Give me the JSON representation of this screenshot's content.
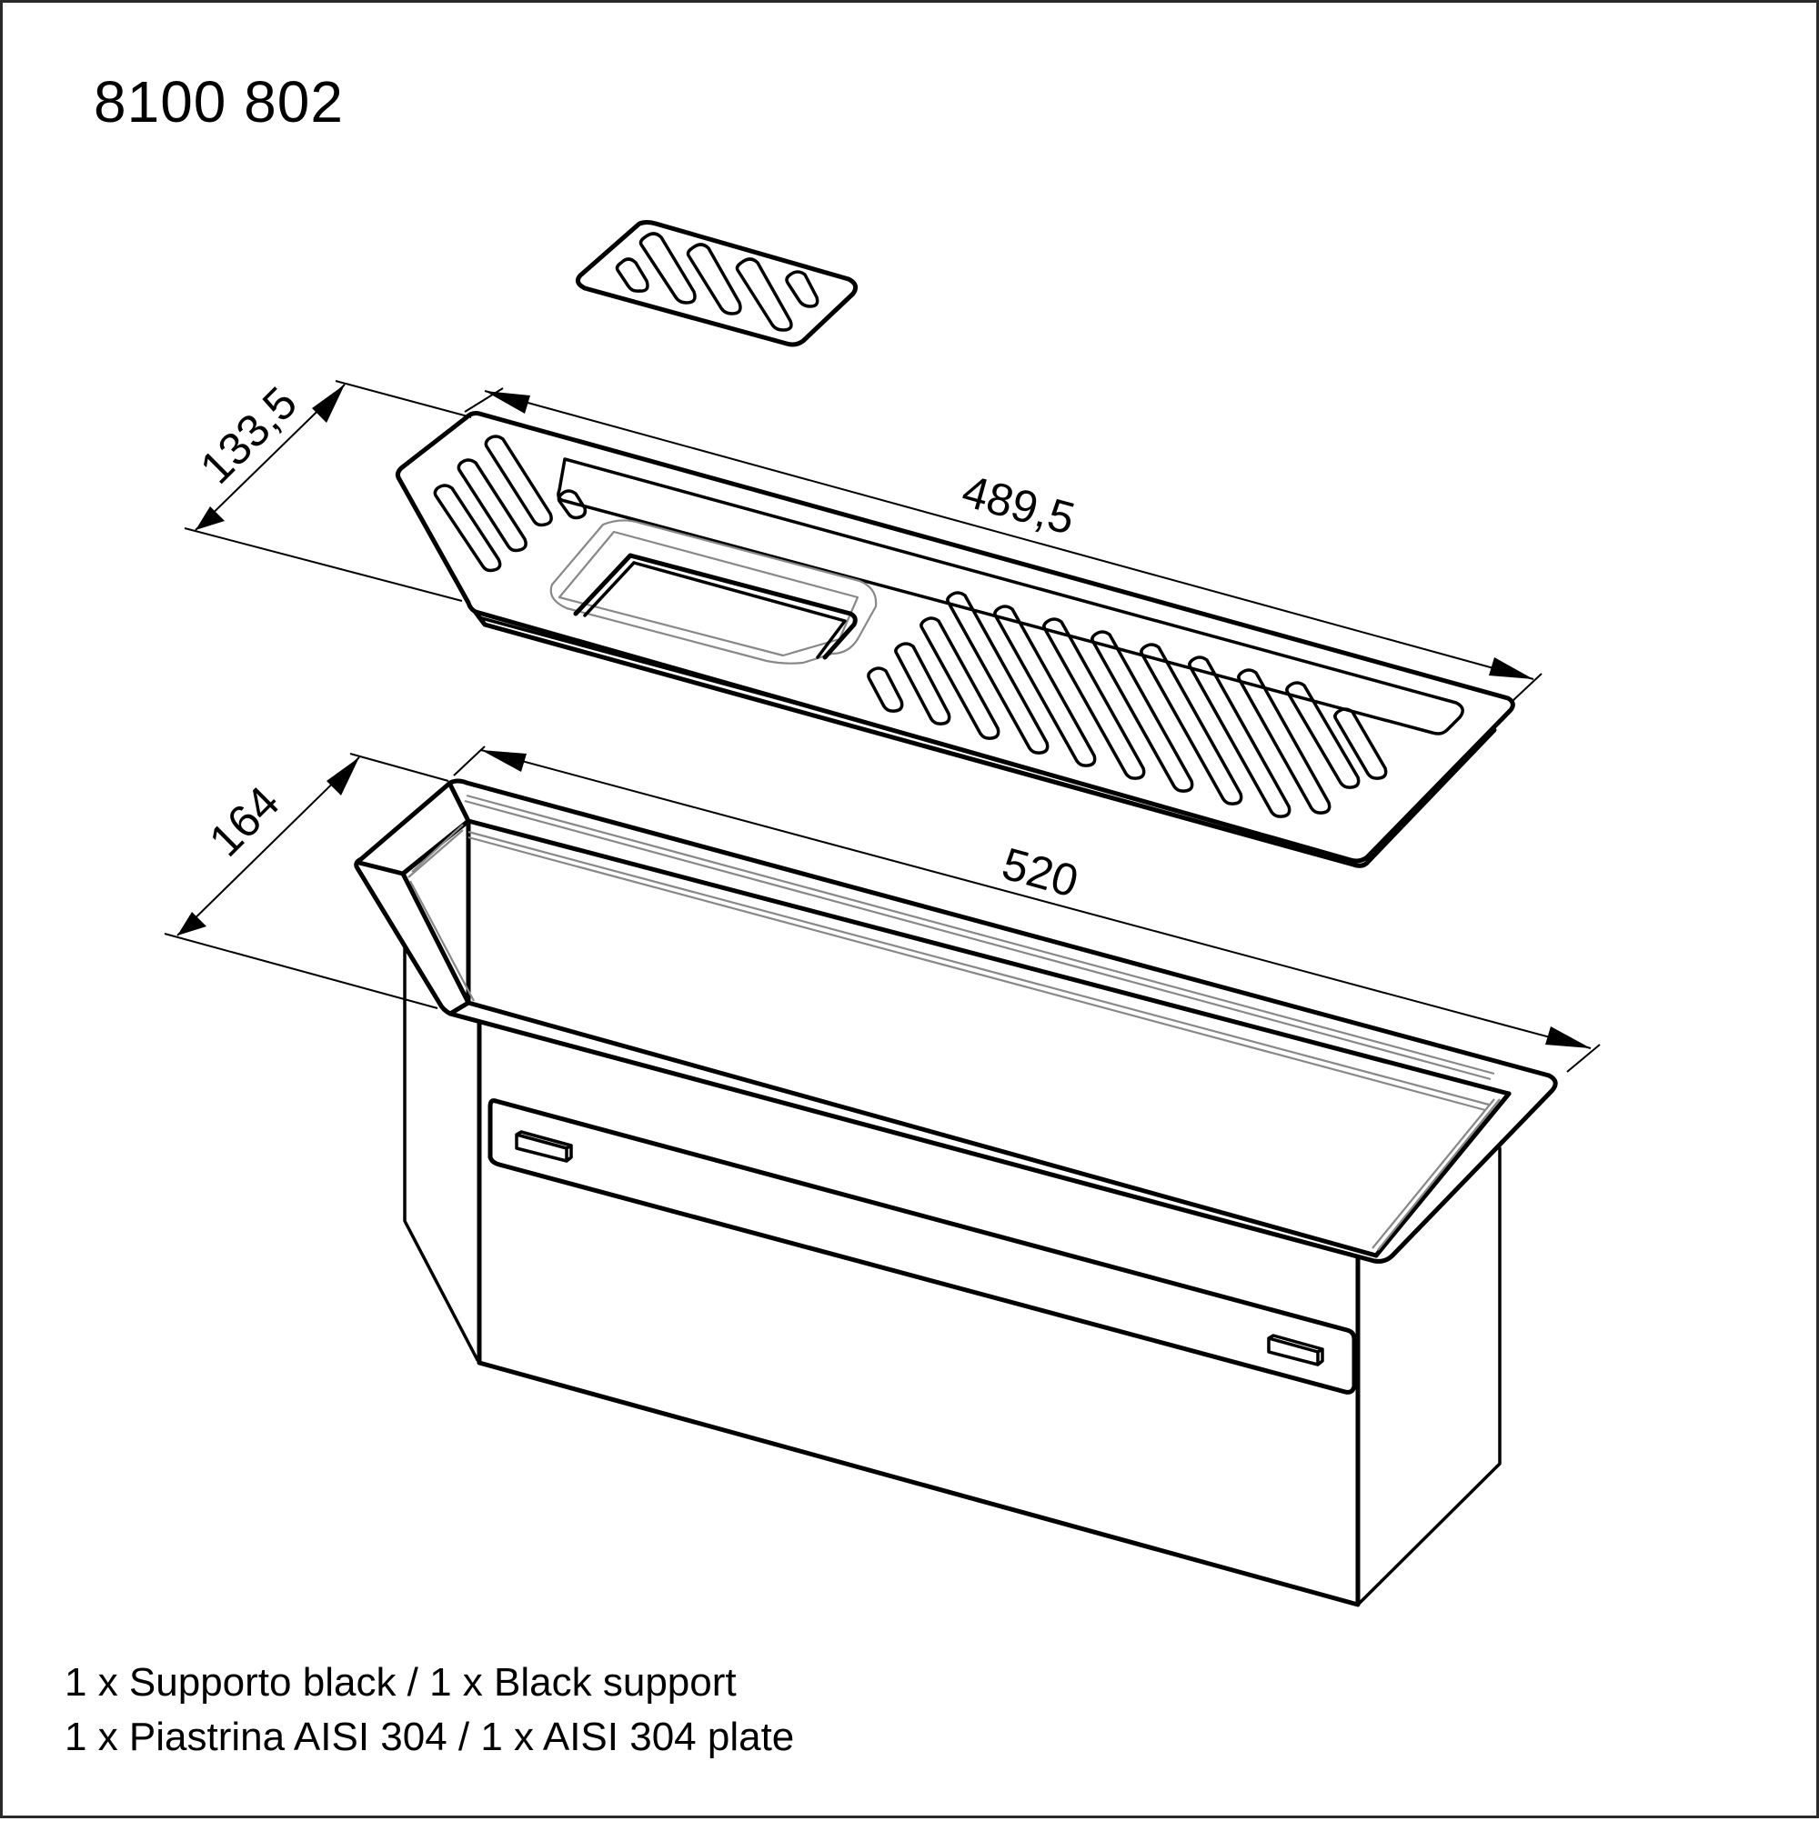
{
  "drawing": {
    "product_code": "8100 802",
    "dimensions": {
      "plate_depth": "133,5",
      "plate_length": "489,5",
      "support_depth": "164",
      "support_length": "520"
    },
    "parts": {
      "small_plate": {
        "slots": 5
      },
      "middle_plate": {
        "left_slots": 3,
        "right_slots": 12,
        "long_slot": 1,
        "rect_opening": 1
      },
      "support_box": {
        "clips": 2
      }
    },
    "notes": [
      "1 x Supporto black / 1 x Black support",
      "1 x Piastrina AISI 304 / 1 x AISI 304 plate"
    ],
    "colors": {
      "line": "#000000",
      "hidden_edge": "#888888",
      "background": "#ffffff"
    }
  }
}
